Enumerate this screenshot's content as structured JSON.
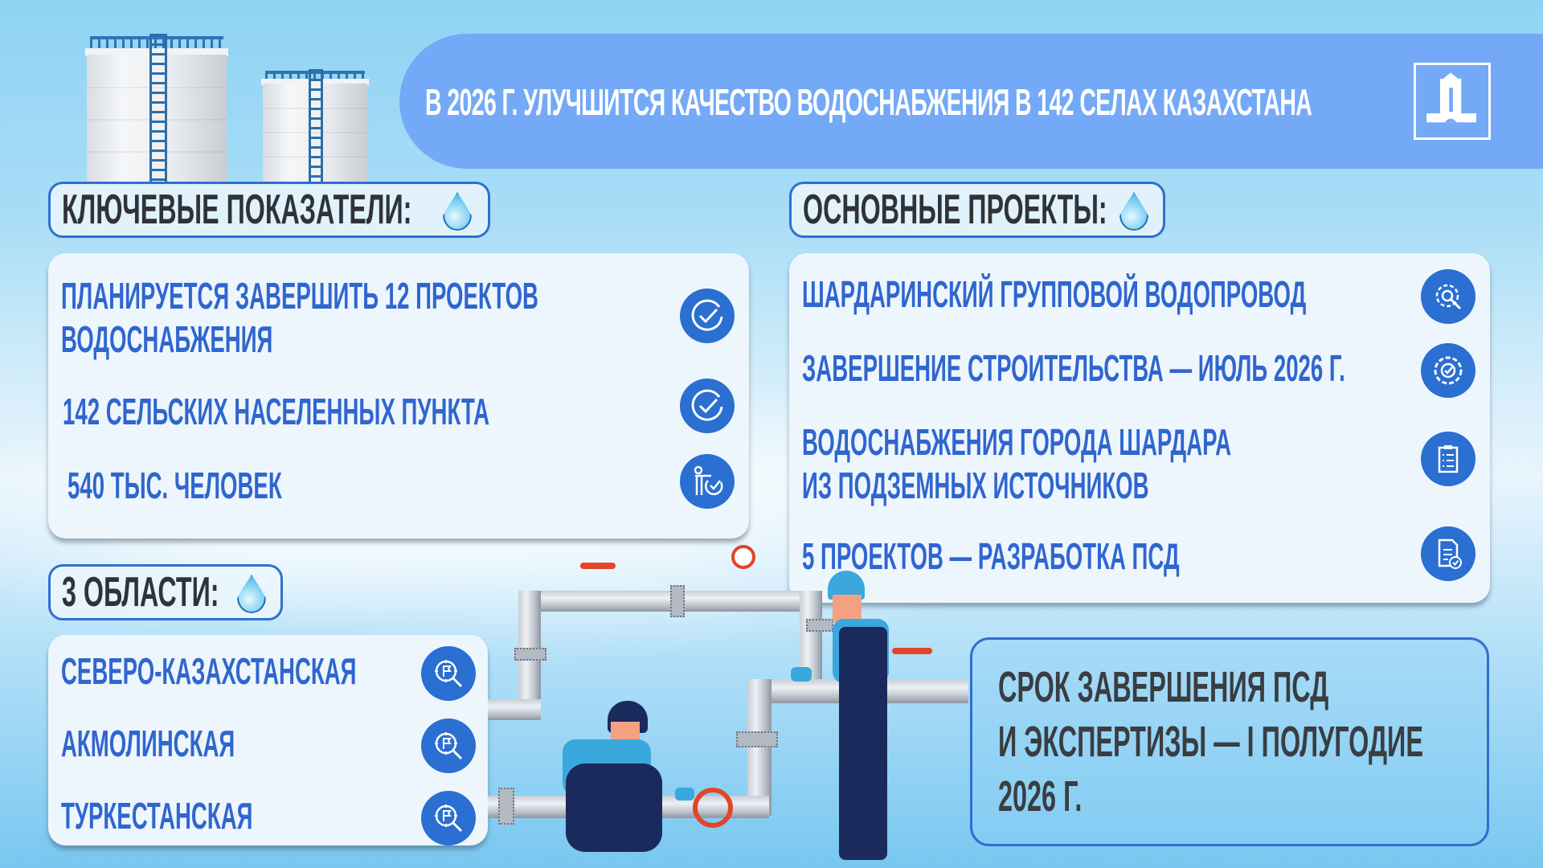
{
  "header": {
    "title": "В 2026 Г. УЛУЧШИТСЯ КАЧЕСТВО ВОДОСНАБЖЕНИЯ В 142 СЕЛАХ КАЗАХСТАНА",
    "logo_icon": "government-building-icon"
  },
  "colors": {
    "header_bg": "#73a9f6",
    "accent_blue": "#2a6fd1",
    "item_text": "#2f66cf",
    "heading_text": "#2f3338",
    "card_bg": "#eef6fd"
  },
  "key_indicators": {
    "heading": "КЛЮЧЕВЫЕ ПОКАЗАТЕЛИ:",
    "items": [
      {
        "line1": "ПЛАНИРУЕТСЯ ЗАВЕРШИТЬ 12 ПРОЕКТОВ",
        "line2": "ВОДОСНАБЖЕНИЯ",
        "icon": "check-circle-icon"
      },
      {
        "line1": "142 СЕЛЬСКИХ НАСЕЛЕННЫХ ПУНКТА",
        "icon": "check-circle-icon"
      },
      {
        "line1": "540 ТЫС. ЧЕЛОВЕК",
        "icon": "person-check-icon"
      }
    ]
  },
  "main_projects": {
    "heading": "ОСНОВНЫЕ ПРОЕКТЫ:",
    "items": [
      {
        "line1": "ШАРДАРИНСКИЙ ГРУППОВОЙ ВОДОПРОВОД",
        "icon": "gear-search-icon"
      },
      {
        "line1": "ЗАВЕРШЕНИЕ СТРОИТЕЛЬСТВА — ИЮЛЬ 2026 Г.",
        "icon": "gear-check-icon"
      },
      {
        "line1": "ВОДОСНАБЖЕНИЯ ГОРОДА ШАРДАРА",
        "line2": "ИЗ ПОДЗЕМНЫХ ИСТОЧНИКОВ",
        "icon": "clipboard-checklist-icon"
      },
      {
        "line1": "5 ПРОЕКТОВ — РАЗРАБОТКА ПСД",
        "icon": "document-check-icon"
      }
    ]
  },
  "regions": {
    "heading": "3 ОБЛАСТИ:",
    "items": [
      {
        "label": "СЕВЕРО-КАЗАХСТАНСКАЯ",
        "icon": "map-search-flag-icon"
      },
      {
        "label": "АКМОЛИНСКАЯ",
        "icon": "map-search-flag-icon"
      },
      {
        "label": "ТУРКЕСТАНСКАЯ",
        "icon": "map-search-flag-icon"
      }
    ]
  },
  "deadline": {
    "line1": "СРОК ЗАВЕРШЕНИЯ ПСД",
    "line2": "И ЭКСПЕРТИЗЫ — I ПОЛУГОДИЕ",
    "line3": "2026 Г."
  },
  "illustrations": {
    "tanks": "water-tanks-illustration",
    "workers": "plumbers-with-pipes-illustration"
  }
}
